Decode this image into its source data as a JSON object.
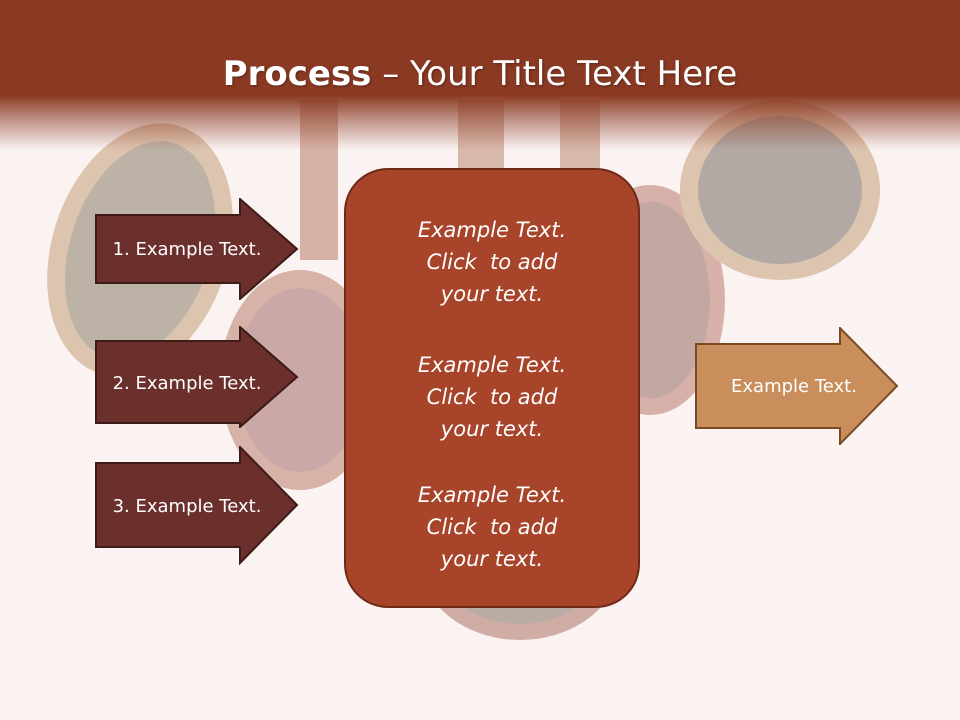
{
  "slide": {
    "title_bold": "Process",
    "title_rest": " – Your Title Text Here"
  },
  "steps": [
    {
      "label": "1. Example Text."
    },
    {
      "label": "2. Example Text."
    },
    {
      "label": "3. Example Text."
    }
  ],
  "center_box": {
    "items": [
      {
        "line1": "Example Text.",
        "line2": "Click  to add",
        "line3": "your text."
      },
      {
        "line1": "Example Text.",
        "line2": "Click  to add",
        "line3": "your text."
      },
      {
        "line1": "Example Text.",
        "line2": "Click  to add",
        "line3": "your text."
      }
    ]
  },
  "result": {
    "label": "Example Text."
  },
  "colors": {
    "title_bar": "#8b3a21",
    "step_arrow": "#6b2f2c",
    "center_box": "#a8442a",
    "result_arrow": "#c98e5c",
    "background": "#faf3f2"
  }
}
